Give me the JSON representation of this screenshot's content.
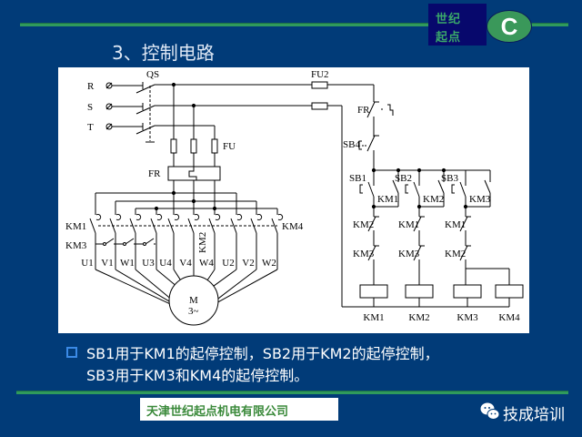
{
  "logo": {
    "line1": "世纪",
    "line2": "起点",
    "badge": "C"
  },
  "slide": {
    "title": "3、控制电路"
  },
  "diagram": {
    "phases": [
      "R",
      "S",
      "T"
    ],
    "qs": "QS",
    "fu": "FU",
    "fu2": "FU2",
    "fr": "FR",
    "km1": "KM1",
    "km3": "KM3",
    "km4": "KM4",
    "km2": "KM2",
    "terminals": [
      "U1",
      "V1",
      "W1",
      "U3",
      "U4",
      "V4",
      "W4",
      "U2",
      "V2",
      "W2"
    ],
    "motor": {
      "line1": "M",
      "line2": "3~"
    },
    "ctrl": {
      "fr": "FR",
      "sb4": "SB4",
      "sb": [
        "SB1",
        "SB2",
        "SB3"
      ],
      "hold": [
        "KM1",
        "KM2",
        "KM3"
      ],
      "row1": [
        "KM2",
        "KM1",
        "KM1"
      ],
      "row2": [
        "KM3",
        "KM3",
        "KM2"
      ],
      "coils": [
        "KM1",
        "KM2",
        "KM3",
        "KM4"
      ]
    }
  },
  "bullet": {
    "line1": "SB1用于KM1的起停控制，SB2用于KM2的起停控制，",
    "line2": "SB3用于KM3和KM4的起停控制。"
  },
  "footer": {
    "company": "天津世纪起点机电有限公司",
    "wechat": "技成培训"
  }
}
